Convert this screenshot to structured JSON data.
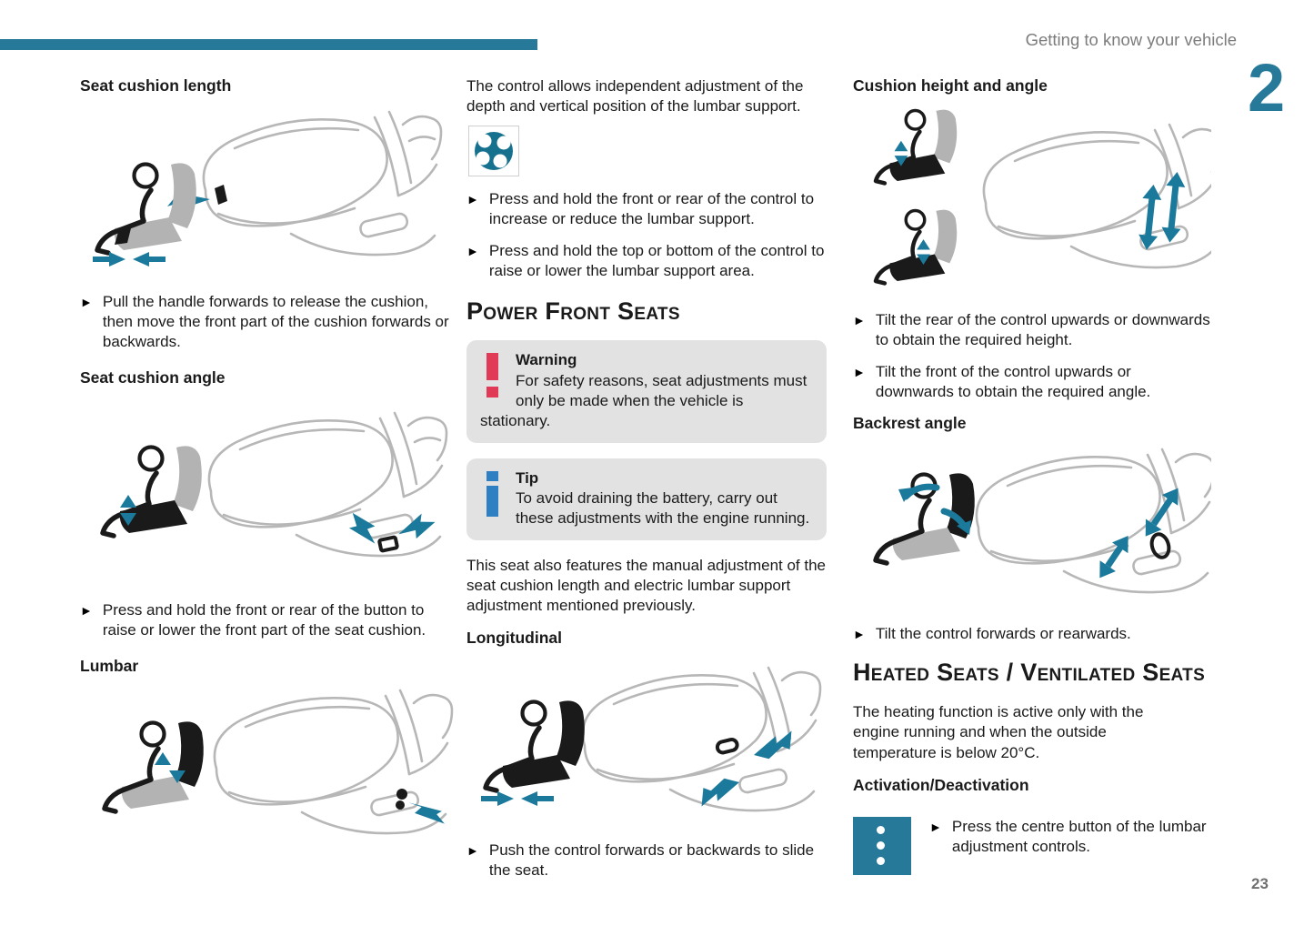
{
  "page": {
    "header_title": "Getting to know your vehicle",
    "chapter_number": "2",
    "page_number": "23"
  },
  "icons": {
    "bullet": "►",
    "warning_icon": "red-exclamation",
    "tip_icon": "blue-info-i",
    "lumbar_knob_icon": "teal-round-4-way-control",
    "heated_seat_button_icon": "teal-square-3-dot-button"
  },
  "colors": {
    "accent_teal": "#27799a",
    "warning_red": "#e03a56",
    "tip_blue": "#2e80c2",
    "box_gray": "#e2e2e2"
  },
  "left": {
    "s1_heading": "Seat cushion length",
    "s1_bullet": "Pull the handle forwards to release the cushion, then move the front part of the cushion forwards or backwards.",
    "s2_heading": "Seat cushion angle",
    "s2_bullet": "Press and hold the front or rear of the button to raise or lower the front part of the seat cushion.",
    "s3_heading": "Lumbar"
  },
  "middle": {
    "intro": "The control allows independent adjustment of the depth and vertical position of the lumbar support.",
    "bullet1": "Press and hold the front or rear of the control to increase or reduce the lumbar support.",
    "bullet2": "Press and hold the top or bottom of the control to raise or lower the lumbar support area.",
    "power_heading": "Power Front Seats",
    "warning_title": "Warning",
    "warning_text": "For safety reasons, seat adjustments must only be made when the vehicle is stationary.",
    "tip_title": "Tip",
    "tip_text": "To avoid draining the battery, carry out these adjustments with the engine running.",
    "manual_note": "This seat also features the manual adjustment of the seat cushion length and electric lumbar support adjustment mentioned previously.",
    "longitudinal_heading": "Longitudinal",
    "longitudinal_bullet": "Push the control forwards or backwards to slide the seat."
  },
  "right": {
    "s1_heading": "Cushion height and angle",
    "s1_bullet1": "Tilt the rear of the control upwards or downwards to obtain the required height.",
    "s1_bullet2": "Tilt the front of the control upwards or downwards to obtain the required angle.",
    "s2_heading": "Backrest angle",
    "s2_bullet": "Tilt the control forwards or rearwards.",
    "heated_heading": "Heated Seats / Ventilated Seats",
    "heated_text": "The heating function is active only with the engine running and when the outside temperature is below 20°C.",
    "activation_heading": "Activation/Deactivation",
    "activation_bullet": "Press the centre button of the lumbar adjustment controls."
  }
}
